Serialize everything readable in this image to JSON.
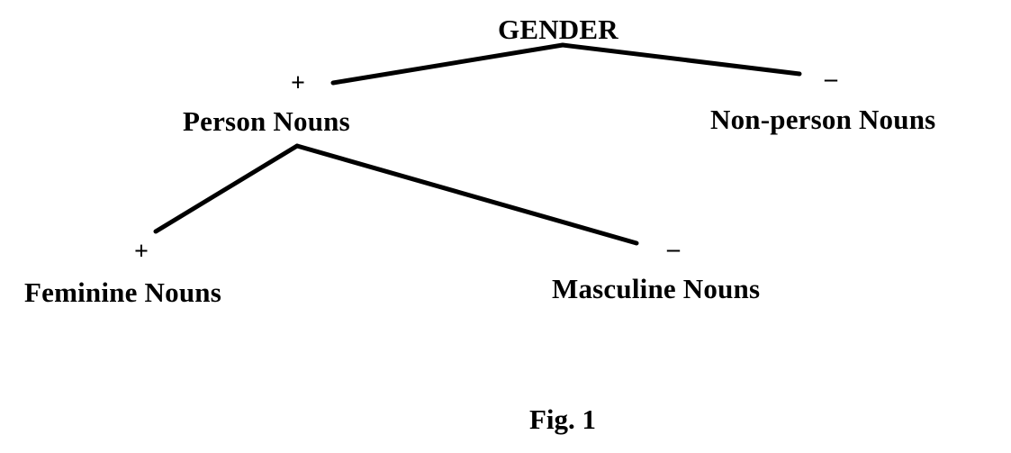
{
  "diagram": {
    "root": "GENDER",
    "left_branch": {
      "sign": "+",
      "label": "Person Nouns"
    },
    "right_branch": {
      "sign": "–",
      "label": "Non-person Nouns"
    },
    "person_children": {
      "left": {
        "sign": "+",
        "label": "Feminine Nouns"
      },
      "right": {
        "sign": "–",
        "label": "Masculine Nouns"
      }
    }
  },
  "caption": "Fig. 1",
  "colors": {
    "ink": "#000000",
    "background": "#ffffff"
  }
}
